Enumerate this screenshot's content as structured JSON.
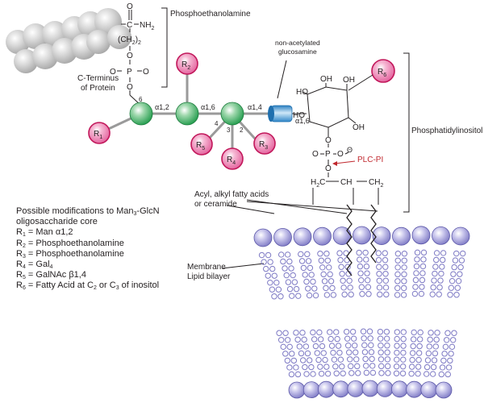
{
  "labels": {
    "phosphoethanolamine": "Phosphoethanolamine",
    "c_terminus": "C-Terminus",
    "of_protein": "of Protein",
    "non_acetylated": "non-acetylated",
    "glucosamine": "glucosamine",
    "phosphatidylinositol": "Phosphatidylinositol",
    "plc_pi": "PLC-PI",
    "acyl": "Acyl, alkyl fatty acids",
    "or_ceramide": "or ceramide",
    "membrane": "Membrane",
    "lipid_bilayer": "Lipid bilayer"
  },
  "chem": {
    "c": "C",
    "o_top": "O",
    "nh": "NH",
    "nh_sub": "2",
    "ch2": "(CH",
    "ch2_sub": "2",
    "ch2_close": ")",
    "ch2_n": "2",
    "o1": "O",
    "o2": "O",
    "p": "P",
    "o3": "O",
    "o_minus": "O",
    "o4": "O",
    "o5": "O",
    "oh1": "HO",
    "oh2": "OH",
    "oh3": "OH",
    "oh4": "HO",
    "oh5": "OH",
    "ring_o": "O",
    "pp_o1": "O",
    "pp_p": "P",
    "pp_o2": "O",
    "pp_theta": "Θ",
    "pp_o3": "O",
    "pp_o4": "O",
    "h2c": "H",
    "h2c_sub": "2",
    "h2c_c": "C",
    "ch": "CH",
    "ch2b": "CH",
    "ch2b_sub": "2"
  },
  "linkages": {
    "a12": "α1,2",
    "a16": "α1,6",
    "a14": "α1,4",
    "a16b": "α1,6",
    "n6": "6",
    "n4": "4",
    "n3": "3",
    "n2": "2"
  },
  "residues": {
    "r1": "R",
    "r1_sub": "1",
    "r2": "R",
    "r2_sub": "2",
    "r3": "R",
    "r3_sub": "3",
    "r4": "R",
    "r4_sub": "4",
    "r5": "R",
    "r5_sub": "5",
    "r6": "R",
    "r6_sub": "6"
  },
  "modifications": {
    "title_line1a": "Possible modifications to Man",
    "title_line1_sub": "3",
    "title_line1b": "-GlcN",
    "title_line2": "oligosaccharide core",
    "items": [
      {
        "r": "R",
        "sub": "1",
        "text": " = Man α1,2"
      },
      {
        "r": "R",
        "sub": "2",
        "text": " = Phosphoethanolamine"
      },
      {
        "r": "R",
        "sub": "3",
        "text": " = Phosphoethanolamine"
      },
      {
        "r": "R",
        "sub": "4",
        "text": " = Gal",
        "tail_sub": "4"
      },
      {
        "r": "R",
        "sub": "5",
        "text": " = GalNAc β1,4"
      },
      {
        "r": "R",
        "sub": "6",
        "text": " = Fatty Acid at C",
        "tail_sub": "2",
        "tail_mid": " or C",
        "tail_sub2": "3",
        "tail_end": " of inositol"
      }
    ]
  },
  "colors": {
    "mannose_green": "#1f9a4a",
    "residue_pink": "#d9267a",
    "glucosamine_blue": "#3d9bd6",
    "lipid_purple": "#7d79c4",
    "protein_gray": "#b8b8b8",
    "plc_red": "#c0272d"
  }
}
